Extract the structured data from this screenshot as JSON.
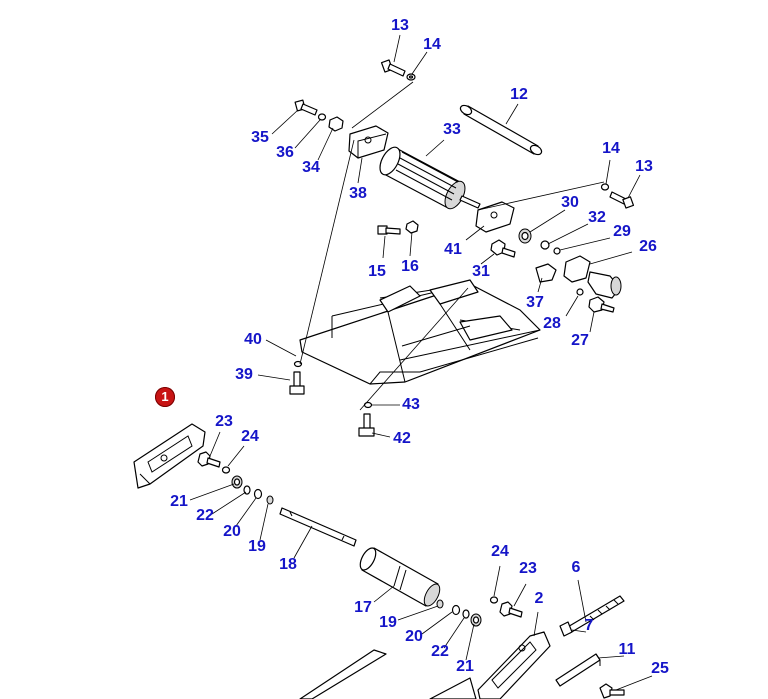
{
  "diagram": {
    "main_part_badge": "1",
    "callouts": {
      "c13a": "13",
      "c14a": "14",
      "c12": "12",
      "c35": "35",
      "c33": "33",
      "c36": "36",
      "c34": "34",
      "c38": "38",
      "c14b": "14",
      "c13b": "13",
      "c30": "30",
      "c32": "32",
      "c29": "29",
      "c26": "26",
      "c41": "41",
      "c15": "15",
      "c16": "16",
      "c31": "31",
      "c37": "37",
      "c28": "28",
      "c27": "27",
      "c40": "40",
      "c39": "39",
      "c43": "43",
      "c42": "42",
      "c23a": "23",
      "c24a": "24",
      "c21a": "21",
      "c22a": "22",
      "c20a": "20",
      "c19a": "19",
      "c18": "18",
      "c17": "17",
      "c24b": "24",
      "c23b": "23",
      "c6": "6",
      "c2": "2",
      "c7": "7",
      "c19b": "19",
      "c20b": "20",
      "c22b": "22",
      "c21b": "21",
      "c11": "11",
      "c25": "25"
    }
  }
}
